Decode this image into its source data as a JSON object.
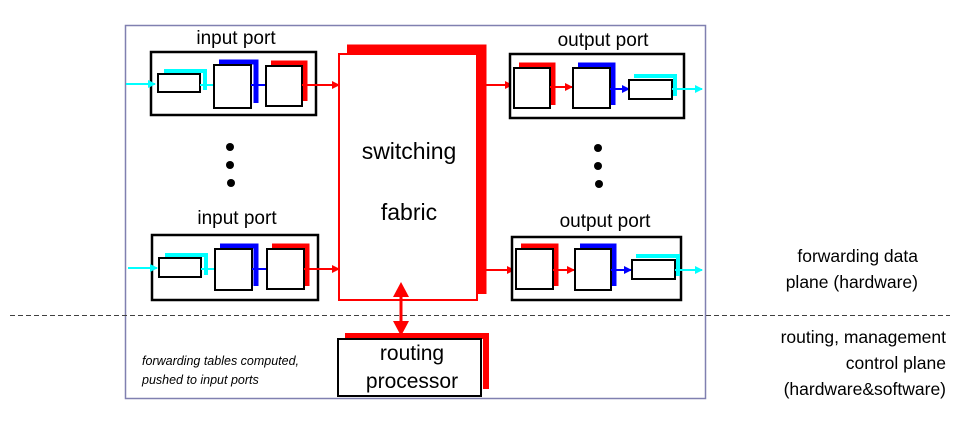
{
  "diagram": {
    "input_ports": [
      {
        "label": "input port"
      },
      {
        "label": "input port"
      }
    ],
    "output_ports": [
      {
        "label": "output port"
      },
      {
        "label": "output port"
      }
    ],
    "switching_fabric": {
      "line1": "switching",
      "line2": "fabric"
    },
    "routing_processor": {
      "line1": "routing",
      "line2": "processor"
    },
    "annotation": {
      "line1": "forwarding tables computed,",
      "line2": "pushed to input ports"
    },
    "planes": {
      "data_plane": {
        "line1": "forwarding data",
        "line2": "plane  (hardware)"
      },
      "control_plane": {
        "line1": "routing, management",
        "line2": "control plane",
        "line3": "(hardware&software)"
      }
    },
    "colors": {
      "link_layer": "#00ffff",
      "lookup": "#0000ff",
      "queue": "#ff0000",
      "frame": "#8080b0",
      "divider": "#404040"
    }
  }
}
